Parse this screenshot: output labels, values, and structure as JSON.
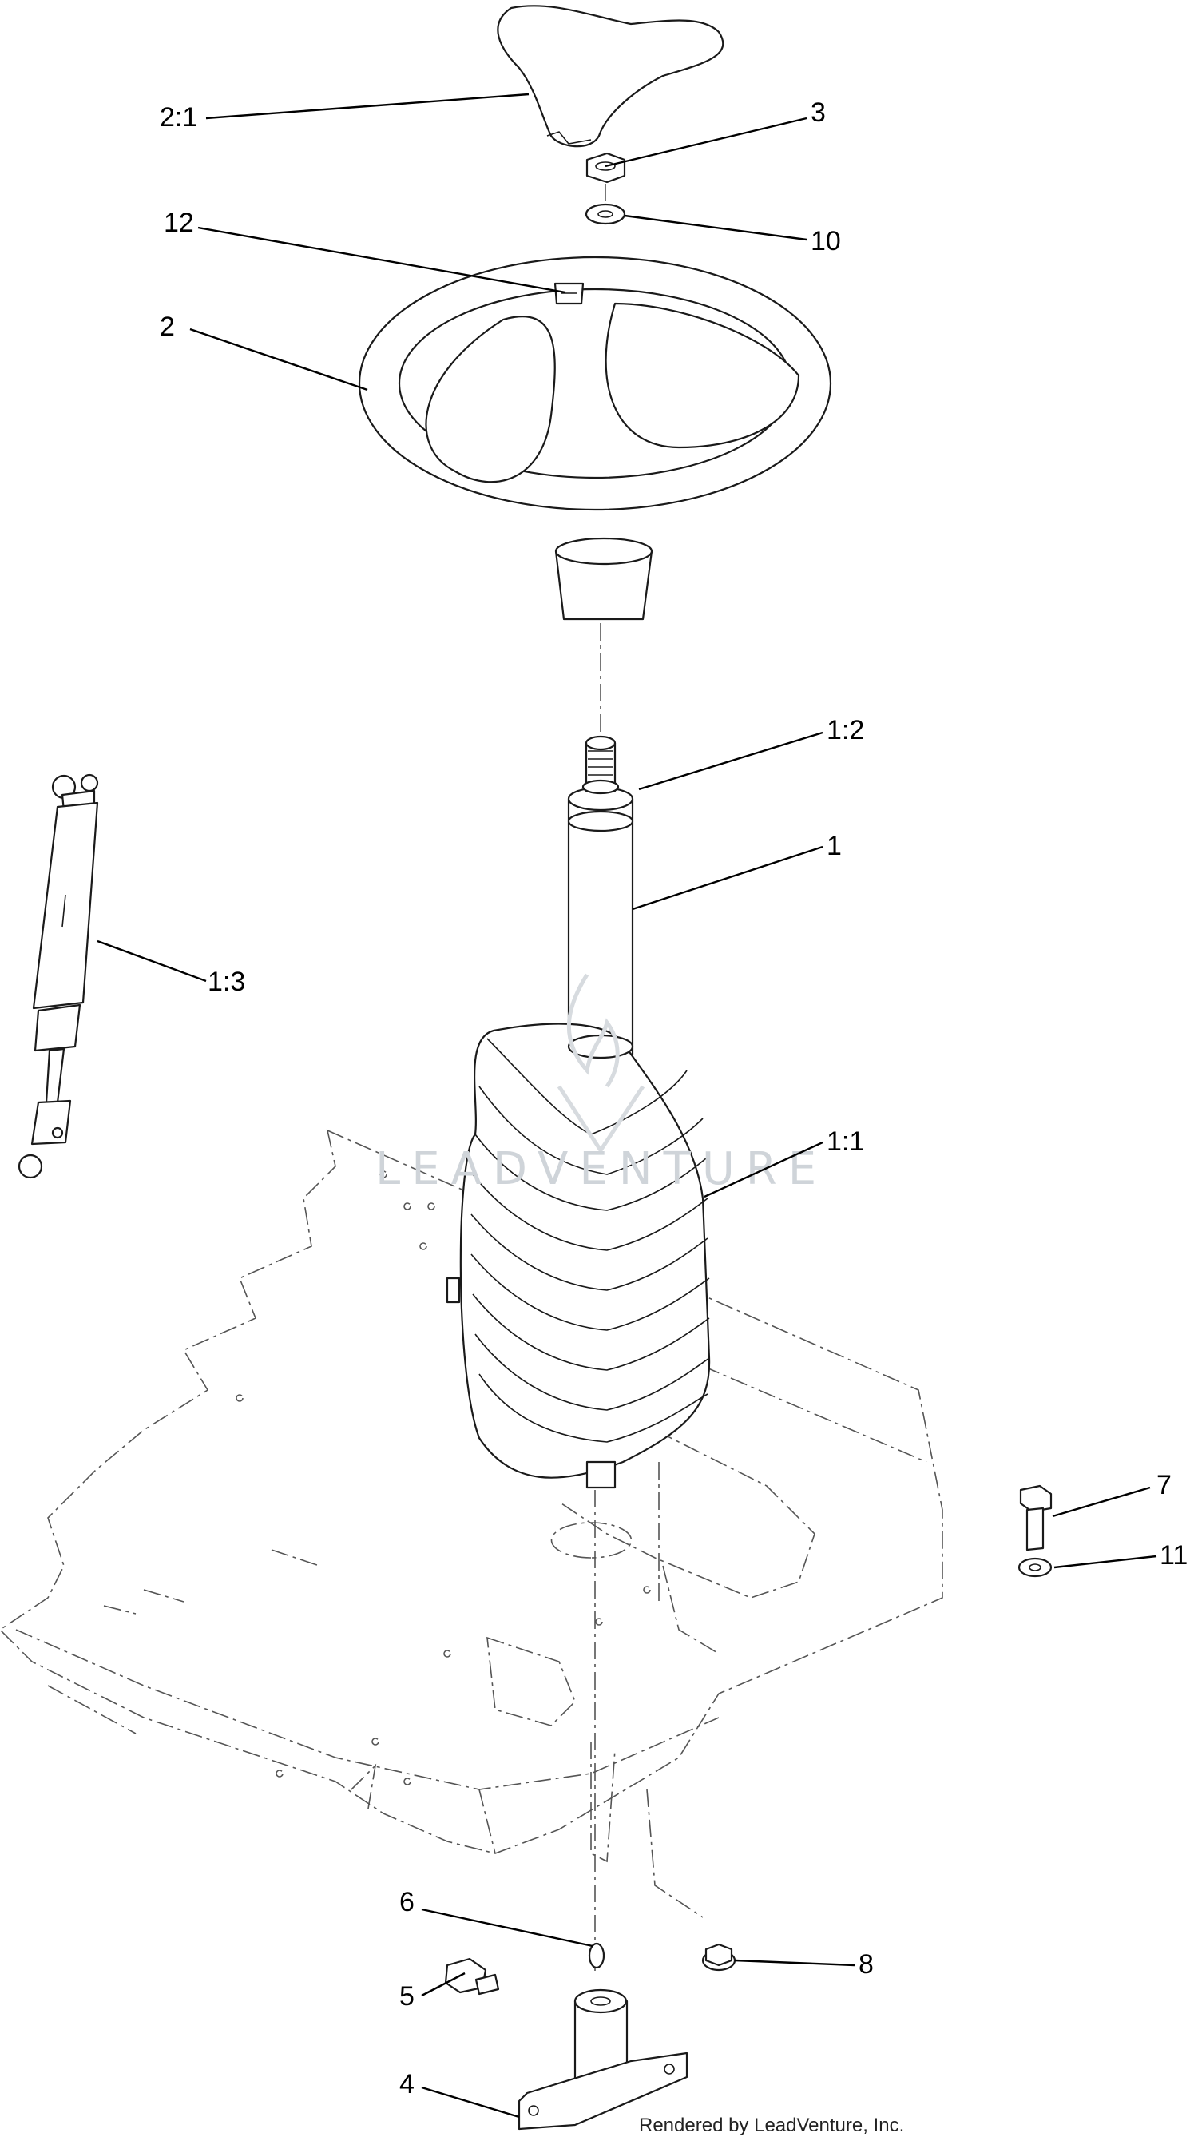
{
  "callouts": {
    "c2_1": "2:1",
    "c3": "3",
    "c12": "12",
    "c10": "10",
    "c2": "2",
    "c1_2": "1:2",
    "c1": "1",
    "c1_3": "1:3",
    "c1_1": "1:1",
    "c7": "7",
    "c11": "11",
    "c6": "6",
    "c5": "5",
    "c8": "8",
    "c4": "4"
  },
  "watermark": {
    "text": "LEADVENTURE",
    "logo_icon": "flame-v-logo-icon"
  },
  "footer": {
    "credit": "Rendered by LeadVenture, Inc."
  },
  "colors": {
    "line": "#1a1a1a",
    "background": "#ffffff",
    "watermark": "#cfd4d9"
  }
}
